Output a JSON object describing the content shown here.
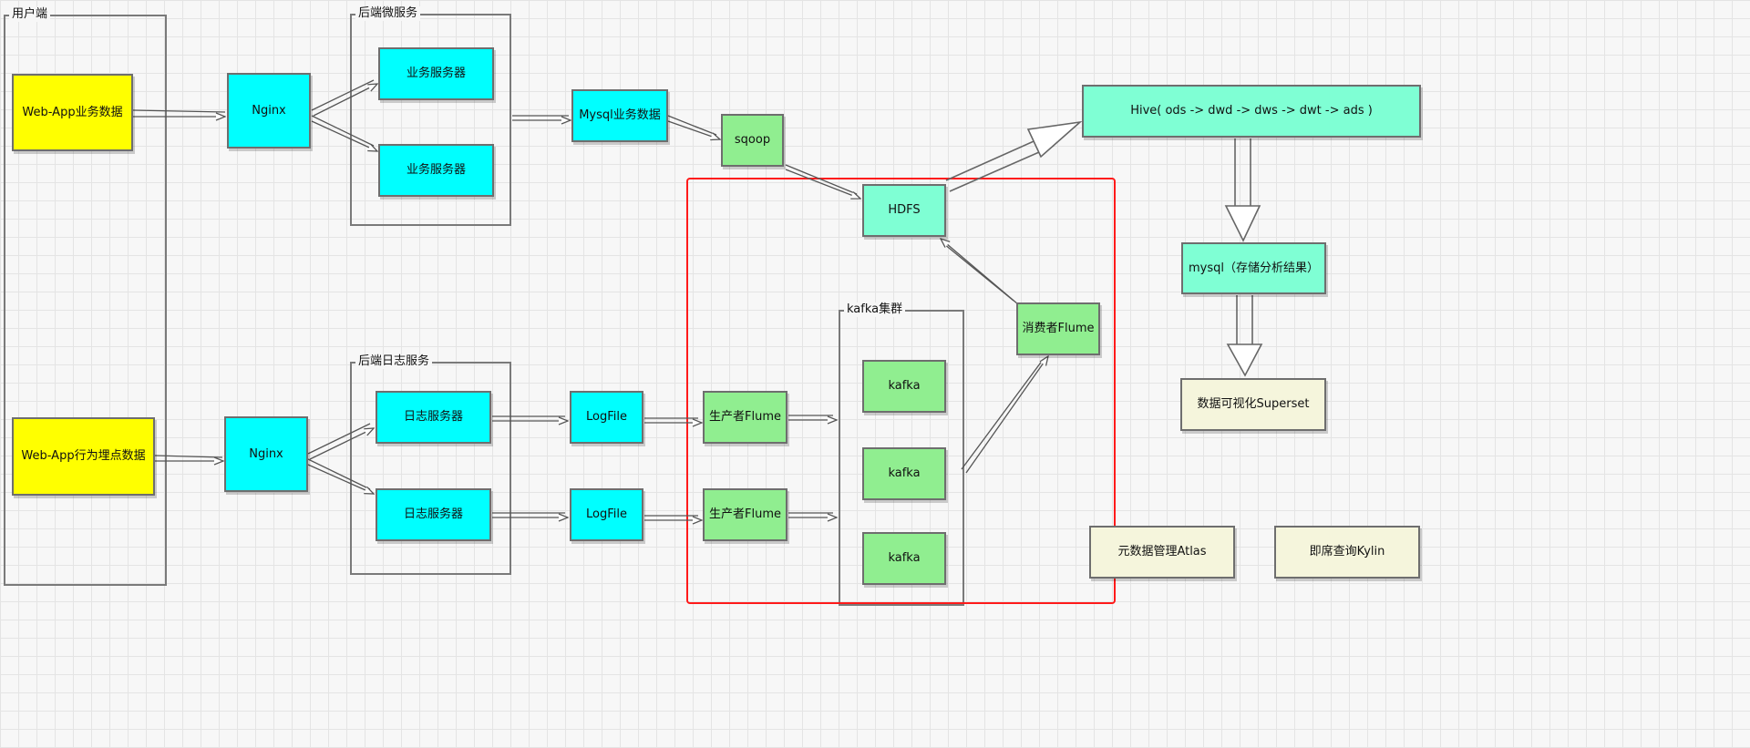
{
  "colors": {
    "source": "#ffff00",
    "server": "#00ffff",
    "ingest": "#90ee90",
    "warehouse": "#7fffd4",
    "tool": "#f5f5dc",
    "highlight": "#ff1a1a"
  },
  "groups": {
    "client": "用户端",
    "backend_micro": "后端微服务",
    "backend_log": "后端日志服务",
    "kafka_cluster": "kafka集群"
  },
  "nodes": {
    "webapp_business": "Web-App业务数据",
    "webapp_behavior": "Web-App行为埋点数据",
    "nginx_top": "Nginx",
    "nginx_bottom": "Nginx",
    "biz_server_1": "业务服务器",
    "biz_server_2": "业务服务器",
    "log_server_1": "日志服务器",
    "log_server_2": "日志服务器",
    "logfile_1": "LogFile",
    "logfile_2": "LogFile",
    "mysql_business": "Mysql业务数据",
    "sqoop": "sqoop",
    "producer_flume_1": "生产者Flume",
    "producer_flume_2": "生产者Flume",
    "kafka_1": "kafka",
    "kafka_2": "kafka",
    "kafka_3": "kafka",
    "consumer_flume": "消费者Flume",
    "hdfs": "HDFS",
    "hive": "Hive( ods -> dwd -> dws -> dwt -> ads )",
    "mysql_results": "mysql（存储分析结果）",
    "superset": "数据可视化Superset",
    "atlas": "元数据管理Atlas",
    "kylin": "即席查询Kylin"
  }
}
